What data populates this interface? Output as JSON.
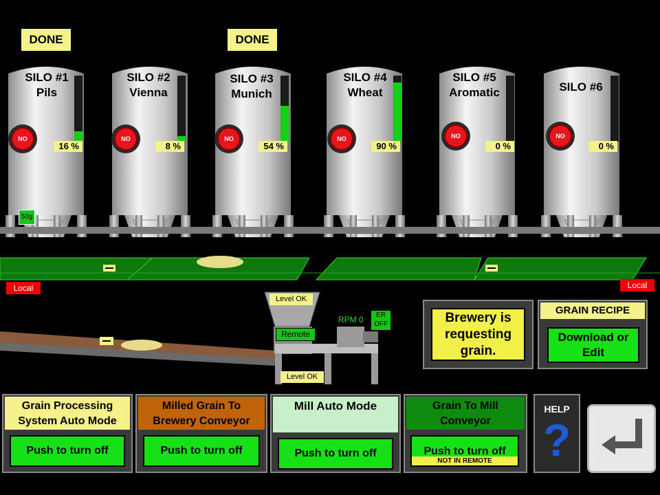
{
  "silos": [
    {
      "title": "SILO #1",
      "grain": "Pils",
      "level": "16 %",
      "level_value": 16,
      "status": "NO",
      "done": "DONE"
    },
    {
      "title": "SILO #2",
      "grain": "Vienna",
      "level": "8 %",
      "level_value": 8,
      "status": "NO",
      "done": ""
    },
    {
      "title": "SILO #3",
      "grain": "Munich",
      "level": "54 %",
      "level_value": 54,
      "status": "NO",
      "done": "DONE"
    },
    {
      "title": "SILO #4",
      "grain": "Wheat",
      "level": "90 %",
      "level_value": 90,
      "status": "NO",
      "done": ""
    },
    {
      "title": "SILO #5",
      "grain": "Aromatic",
      "level": "0 %",
      "level_value": 0,
      "status": "NO",
      "done": ""
    },
    {
      "title": "SILO #6",
      "grain": "",
      "level": "0 %",
      "level_value": 0,
      "status": "NO",
      "done": ""
    }
  ],
  "scale_label": "50g",
  "conveyor": {
    "local_left": "Local",
    "local_right": "Local"
  },
  "mill": {
    "level_top": "Level OK",
    "level_bottom": "Level OK",
    "remote": "Remote",
    "rpm": "RPM 0",
    "er_line1": "ER",
    "er_line2": "OFF"
  },
  "status_message": "Brewery is requesting grain.",
  "recipe": {
    "title": "GRAIN RECIPE",
    "button": "Download or Edit"
  },
  "controls": [
    {
      "title": "Grain Processing System Auto Mode",
      "button": "Push to turn off"
    },
    {
      "title": "Milled Grain To Brewery Conveyor",
      "button": "Push to turn off"
    },
    {
      "title": "Mill Auto Mode",
      "button": "Push to turn off"
    },
    {
      "title": "Grain To Mill Conveyor",
      "button": "Push to turn off",
      "note": "NOT IN REMOTE"
    }
  ],
  "help": {
    "label": "HELP",
    "icon": "?"
  },
  "colors": {
    "accent_green": "#16e016",
    "panel_yellow": "#f4f08a",
    "alarm_red": "#e8151c"
  }
}
